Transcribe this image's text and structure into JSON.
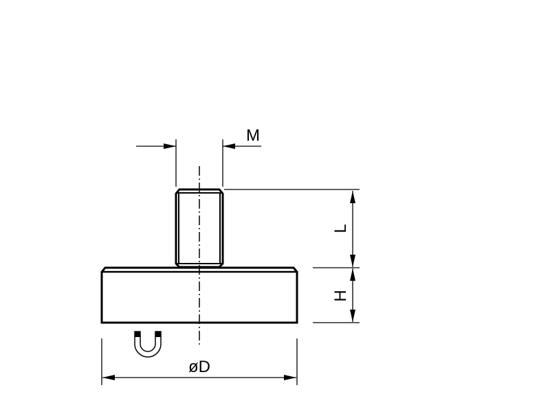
{
  "drawing": {
    "labels": {
      "thread": "M",
      "thread_length": "L",
      "height": "H",
      "diameter": "øD"
    },
    "icons": [
      "magnet-icon"
    ],
    "colors": {
      "line": "#000000",
      "background": "#ffffff"
    }
  }
}
